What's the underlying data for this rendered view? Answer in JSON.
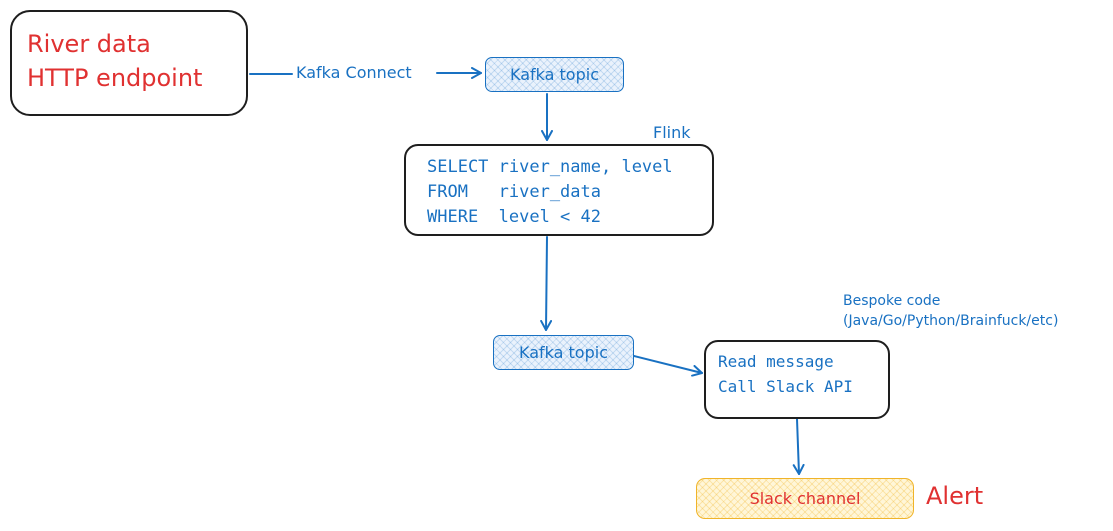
{
  "source": {
    "line1": "River data",
    "line2": "HTTP endpoint"
  },
  "edges": {
    "kafka_connect": "Kafka Connect"
  },
  "topic_in": {
    "label": "Kafka topic"
  },
  "flink": {
    "label": "Flink",
    "query": [
      "SELECT river_name, level",
      "FROM   river_data",
      "WHERE  level < 42"
    ]
  },
  "topic_out": {
    "label": "Kafka topic"
  },
  "bespoke": {
    "title": "Bespoke code",
    "subtitle": "(Java/Go/Python/Brainfuck/etc)",
    "lines": [
      "Read message",
      "Call Slack API"
    ]
  },
  "slack": {
    "label": "Slack channel"
  },
  "alert": {
    "label": "Alert"
  },
  "colors": {
    "blue": "#1971c2",
    "red": "#e03131",
    "stroke": "#1e1e1e",
    "yellow": "#f0b429"
  }
}
